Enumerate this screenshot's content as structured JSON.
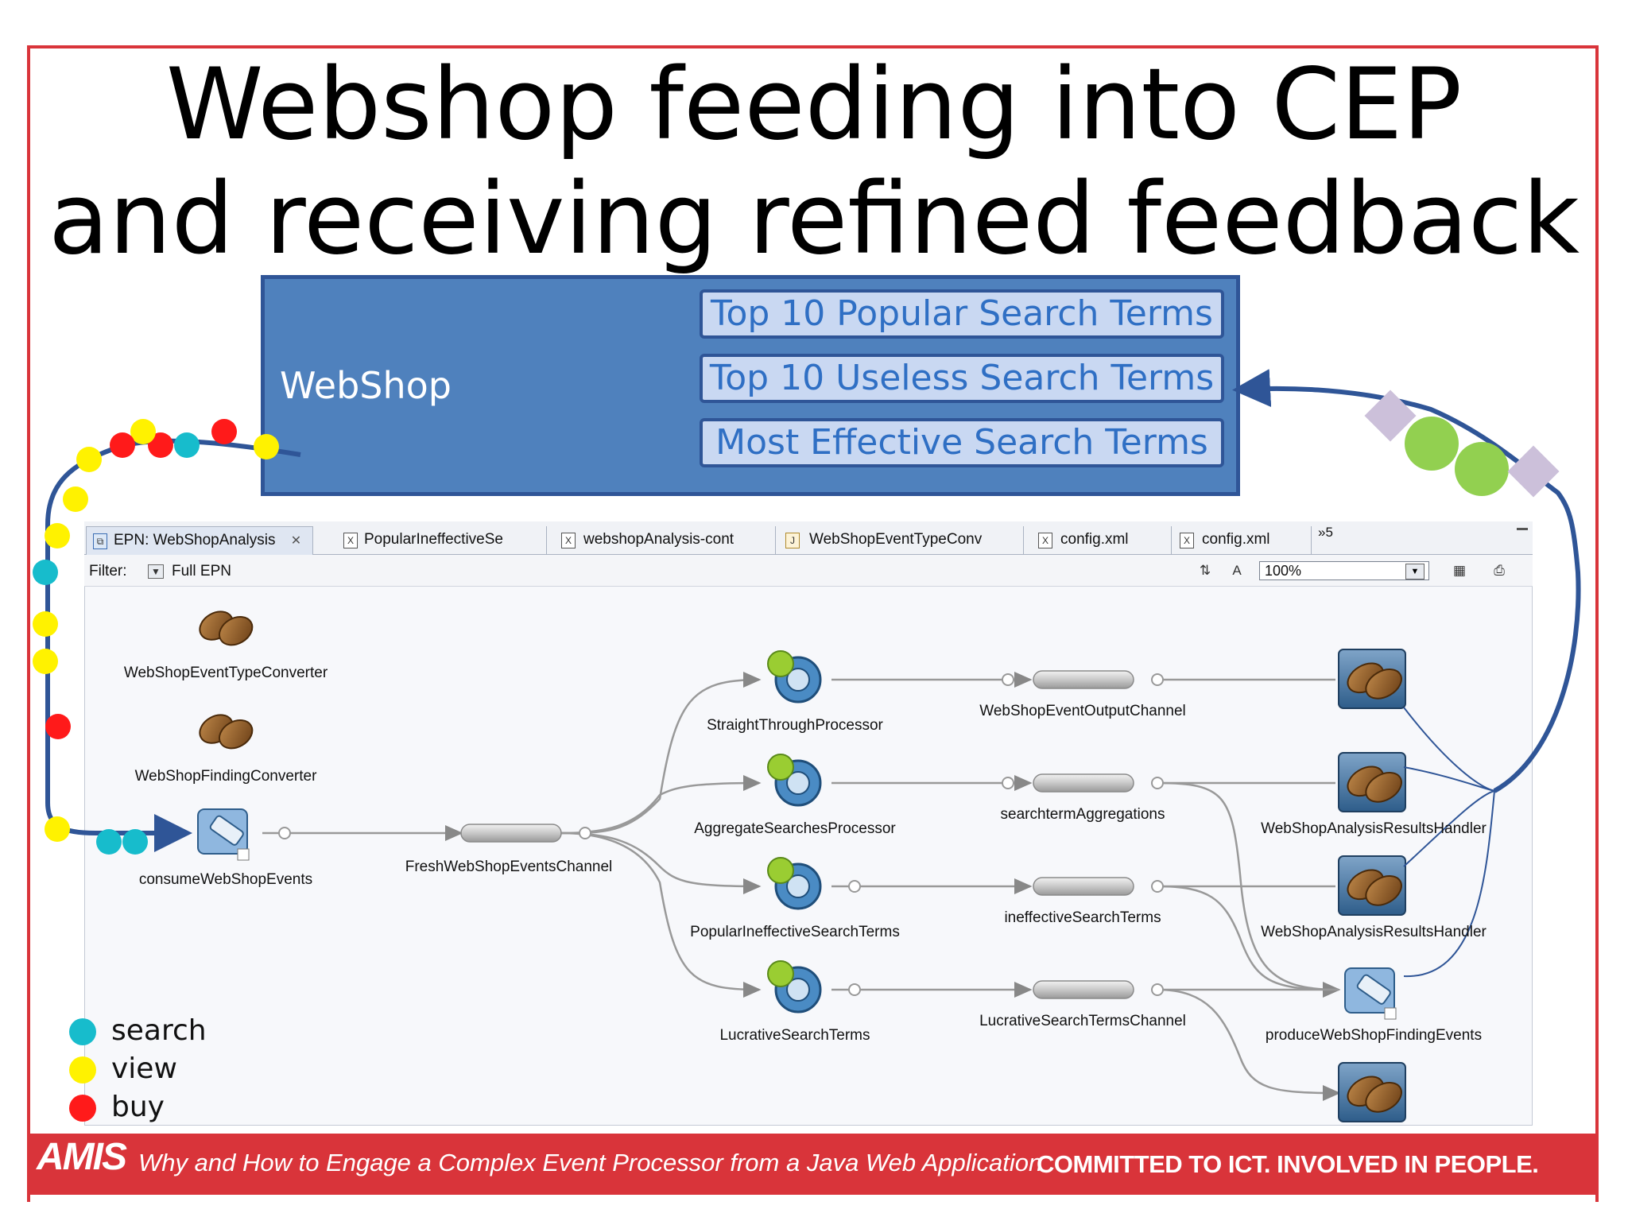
{
  "slide": {
    "title_line1": "Webshop feeding into CEP",
    "title_line2": "and receiving refined feedback",
    "webshop": {
      "label": "WebShop",
      "results": [
        "Top 10 Popular Search Terms",
        "Top 10 Useless Search Terms",
        "Most Effective Search Terms"
      ]
    },
    "legend": [
      {
        "label": "search",
        "color": "#17bccc"
      },
      {
        "label": "view",
        "color": "#fff200"
      },
      {
        "label": "buy",
        "color": "#ff1a1a"
      }
    ],
    "footer": {
      "logo": "AMIS",
      "subtitle": "Why and How to Engage a Complex Event Processor from a Java Web Application",
      "tagline": "COMMITTED TO ICT.  INVOLVED IN PEOPLE."
    }
  },
  "editor": {
    "tabs": [
      {
        "label": "EPN: WebShopAnalysis",
        "icon": "epn-icon",
        "close": "✕"
      },
      {
        "label": "PopularIneffectiveSe",
        "icon": "xml-file-icon"
      },
      {
        "label": "webshopAnalysis-cont",
        "icon": "xml-file-icon"
      },
      {
        "label": "WebShopEventTypeConv",
        "icon": "java-file-icon"
      },
      {
        "label": "config.xml",
        "icon": "xml-file-icon"
      },
      {
        "label": "config.xml",
        "icon": "xml-file-icon"
      }
    ],
    "overflow_tabs": "»5",
    "toolbar": {
      "filter_label": "Filter:",
      "filter_value": "Full EPN",
      "zoom": "100%"
    },
    "nodes": {
      "converter1": "WebShopEventTypeConverter",
      "converter2": "WebShopFindingConverter",
      "adapter_in": "consumeWebShopEvents",
      "channel_in": "FreshWebShopEventsChannel",
      "proc1": "StraightThroughProcessor",
      "proc2": "AggregateSearchesProcessor",
      "proc3": "PopularIneffectiveSearchTerms",
      "proc4": "LucrativeSearchTerms",
      "ch1": "WebShopEventOutputChannel",
      "ch2": "searchtermAggregations",
      "ch3": "ineffectiveSearchTerms",
      "ch4": "LucrativeSearchTermsChannel",
      "sink2": "WebShopAnalysisResultsHandler",
      "sink3": "WebShopAnalysisResultsHandler",
      "adapter_out": "produceWebShopFindingEvents"
    }
  },
  "colors": {
    "frame": "#d9343a",
    "webshop_fill": "#4f81bd",
    "flow_line": "#2f5597",
    "feedback_green": "#92d050",
    "feedback_diamond": "#ccc0da"
  }
}
